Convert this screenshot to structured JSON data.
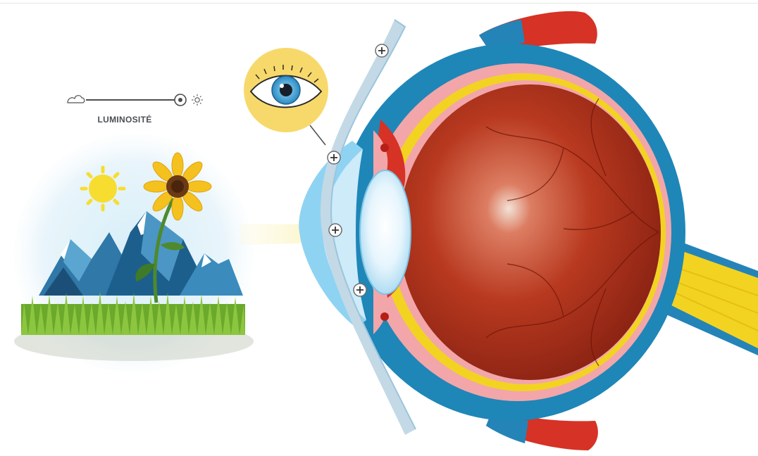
{
  "luminosity": {
    "label": "LUMINOSITÉ",
    "level": 1.0,
    "low_icon": "cloud-icon",
    "high_icon": "sun-icon"
  },
  "hotspots": [
    {
      "name": "sclera-hotspot",
      "icon": "plus-icon"
    },
    {
      "name": "cornea-hotspot",
      "icon": "plus-icon"
    },
    {
      "name": "pupil-hotspot",
      "icon": "plus-icon"
    },
    {
      "name": "iris-hotspot",
      "icon": "plus-icon"
    }
  ],
  "colors": {
    "sclera": "#1f86b8",
    "choroid": "#f2a6a9",
    "retina": "#f3d321",
    "vitreous": "#a5301d",
    "muscle": "#d63226",
    "cornea": "#8fd3f3",
    "light_beam": "#f6ee9c",
    "badge": "#f7d96b"
  }
}
